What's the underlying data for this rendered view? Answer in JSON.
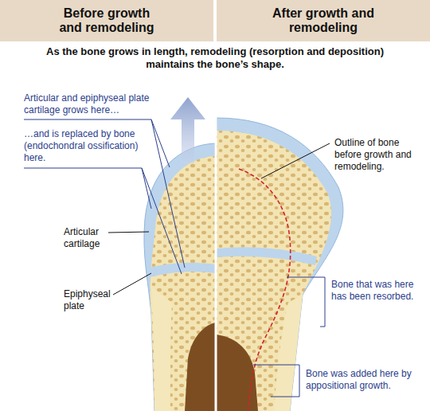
{
  "diagram": {
    "title": "As the bone grows in length, remodeling (resorption and deposition) maintains the bone’s shape.",
    "nodes": [
      {
        "text": [
          "Before growth and remodeling"
        ]
      },
      {
        "text": [
          "After growth and remodeling"
        ]
      }
    ],
    "labels": [
      "Articular and epiphyseal plate cartilage grows here…",
      "…and is replaced by bone (endochondral ossification) here.",
      "Articular cartilage",
      "Epiphyseal plate",
      "Outline of bone before growth and remodeling.",
      "Bone that was here has been resorbed.",
      "Bone was added here by appositional growth."
    ]
  }
}
